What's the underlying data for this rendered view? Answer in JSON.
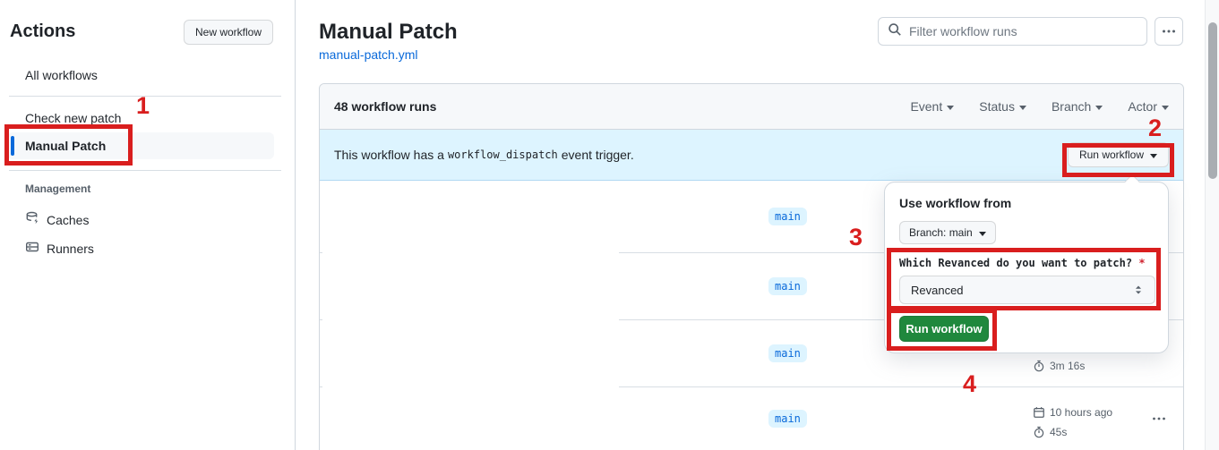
{
  "sidebar": {
    "title": "Actions",
    "new_workflow_button": "New workflow",
    "items": [
      {
        "label": "All workflows"
      },
      {
        "label": "Check new patch"
      },
      {
        "label": "Manual Patch",
        "selected": true
      }
    ],
    "management_label": "Management",
    "management_items": [
      {
        "label": "Caches",
        "icon": "cache-icon"
      },
      {
        "label": "Runners",
        "icon": "runners-icon"
      }
    ]
  },
  "header": {
    "title": "Manual Patch",
    "file_link": "manual-patch.yml",
    "filter_placeholder": "Filter workflow runs"
  },
  "runs": {
    "count_label": "48 workflow runs",
    "filters": [
      {
        "label": "Event"
      },
      {
        "label": "Status"
      },
      {
        "label": "Branch"
      },
      {
        "label": "Actor"
      }
    ],
    "banner": {
      "text_before": "This workflow has a",
      "code": "workflow_dispatch",
      "text_after": "event trigger.",
      "run_button": "Run workflow"
    },
    "rows": [
      {
        "branch": "main"
      },
      {
        "branch": "main"
      },
      {
        "branch": "main",
        "duration": "3m 16s"
      },
      {
        "branch": "main",
        "date": "10 hours ago",
        "duration": "45s"
      }
    ]
  },
  "popup": {
    "title": "Use workflow from",
    "branch_button": "Branch: main",
    "input_label": "Which Revanced do you want to patch?",
    "required_mark": "*",
    "select_value": "Revanced",
    "run_button": "Run workflow"
  },
  "annotations": {
    "n1": "1",
    "n2": "2",
    "n3": "3",
    "n4": "4"
  },
  "colors": {
    "annotation_red": "#d91e1e",
    "banner_blue": "#ddf4ff",
    "link_blue": "#0969da",
    "button_green": "#1f883d",
    "tab_underline_orange": "#fd8c73",
    "badge_text_blue": "#0969da"
  }
}
